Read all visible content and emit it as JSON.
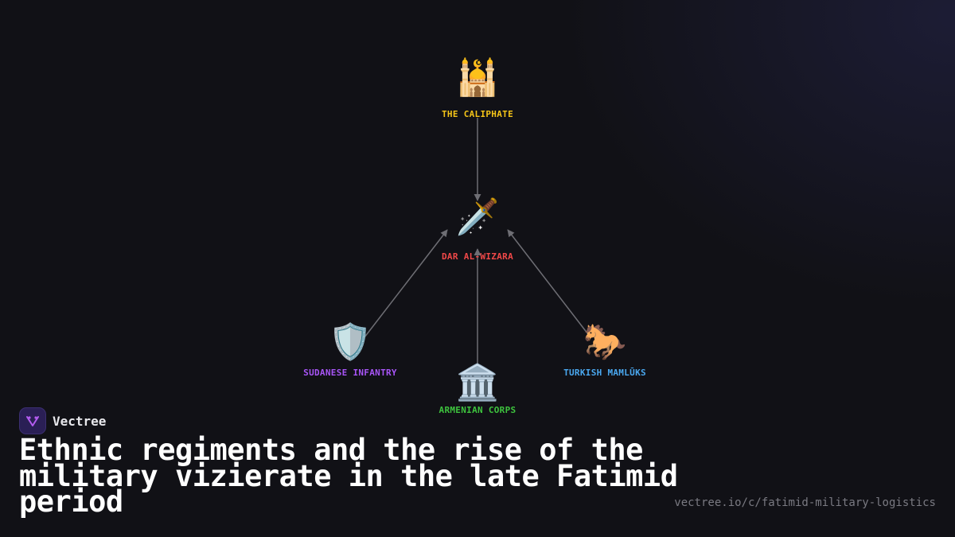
{
  "brand": {
    "name": "Vectree",
    "logo_color": "#b45cf0"
  },
  "title": "Ethnic regiments and the rise of the military vizierate in the late Fatimid period",
  "source_url": "vectree.io/c/fatimid-military-logistics",
  "diagram": {
    "nodes": [
      {
        "id": "caliphate",
        "label": "THE CALIPHATE",
        "icon": "mosque-icon",
        "glyph": "🕌",
        "color": "#f5c518"
      },
      {
        "id": "dar-al-wizara",
        "label": "DAR AL-WIZARA",
        "icon": "dagger-icon",
        "glyph": "🗡️",
        "color": "#f04848"
      },
      {
        "id": "sudanese-infantry",
        "label": "SUDANESE INFANTRY",
        "icon": "shield-icon",
        "glyph": "🛡️",
        "color": "#a855f7"
      },
      {
        "id": "armenian-corps",
        "label": "ARMENIAN CORPS",
        "icon": "classical-building-icon",
        "glyph": "🏛️",
        "color": "#3ec43e"
      },
      {
        "id": "turkish-mamluks",
        "label": "TURKISH MAMLŪKS",
        "icon": "horse-icon",
        "glyph": "🐎",
        "color": "#4aa8f0"
      }
    ],
    "edges": [
      {
        "from": "caliphate",
        "to": "dar-al-wizara"
      },
      {
        "from": "sudanese-infantry",
        "to": "dar-al-wizara"
      },
      {
        "from": "armenian-corps",
        "to": "dar-al-wizara"
      },
      {
        "from": "turkish-mamluks",
        "to": "dar-al-wizara"
      }
    ]
  }
}
